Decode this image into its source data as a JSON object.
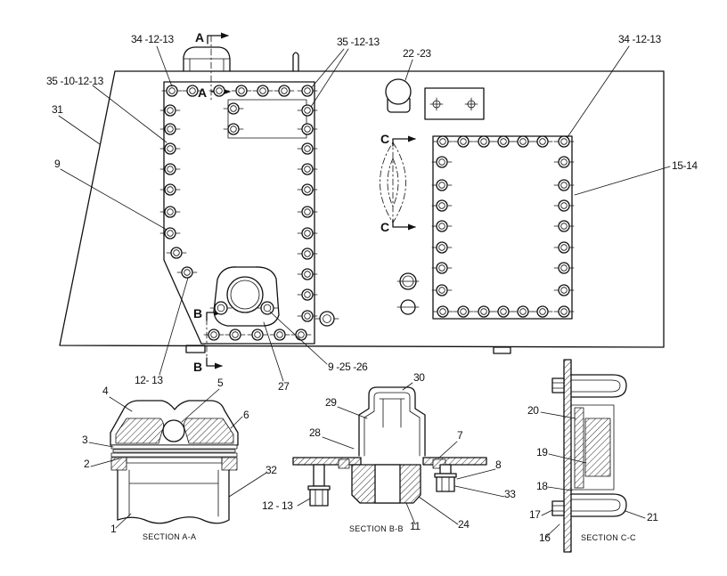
{
  "main_view": {
    "callouts": {
      "top_left": "34 -12-13",
      "top_center": "35 -12-13",
      "top_mid": "22 -23",
      "top_right": "34 -12-13",
      "left_upper": "35 -10-12-13",
      "left_edge": "31",
      "left_middle": "9",
      "right_side": "15-14",
      "bottom_left": "12- 13",
      "bottom_center": "27",
      "bottom_right": "9 -25 -26"
    },
    "section_markers": {
      "a_upper": "A",
      "a_lower": "A",
      "b_upper": "B",
      "b_lower": "B",
      "c_upper": "C",
      "c_lower": "C"
    }
  },
  "section_a": {
    "title": "SECTION A-A",
    "callouts": [
      "4",
      "5",
      "6",
      "3",
      "2",
      "32",
      "1"
    ]
  },
  "section_b": {
    "title": "SECTION B-B",
    "callouts": [
      "30",
      "29",
      "28",
      "7",
      "8",
      "12 - 13",
      "33",
      "24",
      "11"
    ]
  },
  "section_c": {
    "title": "SECTION C-C",
    "callouts": [
      "20",
      "19",
      "18",
      "17",
      "16",
      "21"
    ]
  }
}
